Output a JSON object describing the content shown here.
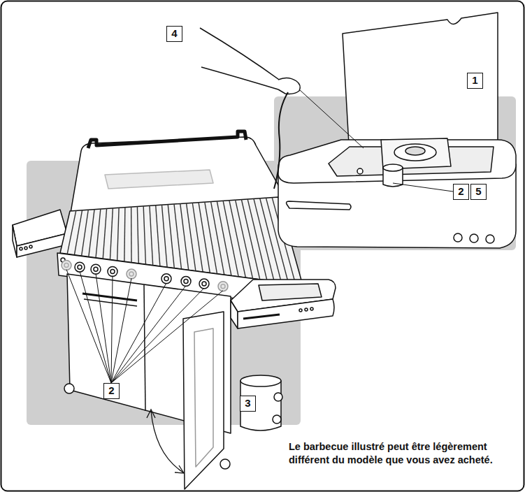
{
  "diagram": {
    "labels": [
      "4",
      "1",
      "2",
      "5",
      "2",
      "3",
      "Le barbecue illustré peut être légèrement différent du modèle que vous avez acheté."
    ]
  }
}
